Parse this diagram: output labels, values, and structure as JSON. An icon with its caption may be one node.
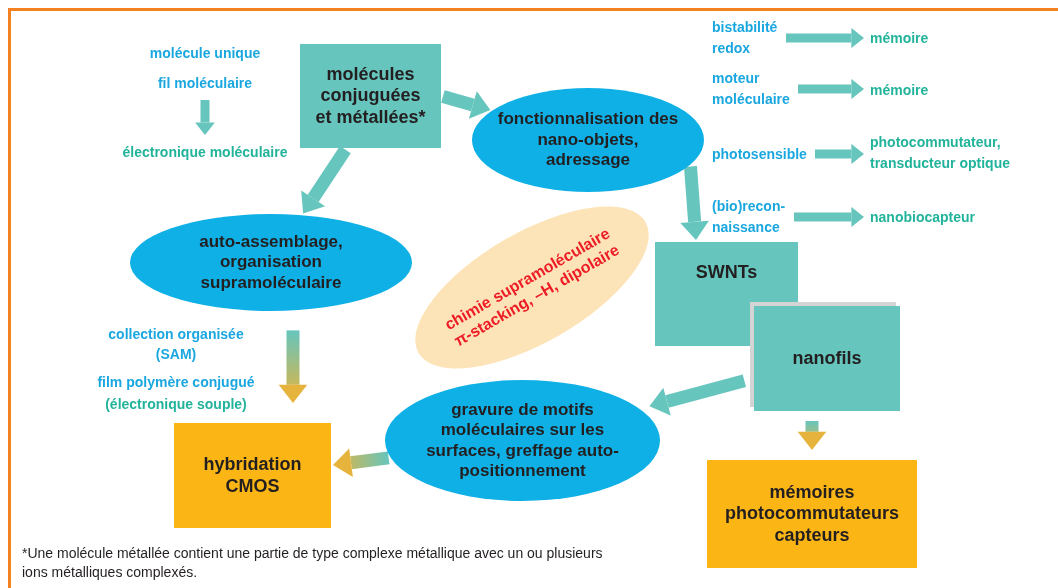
{
  "diagram": {
    "caption": "*Une molécule métallée contient une partie de type complexe métallique avec un ou plusieurs ions métalliques complexés.",
    "nodes": [
      {
        "text": [
          "molécules conjuguées et métallées*"
        ]
      },
      {
        "text": [
          "fil moléculaire"
        ]
      },
      {
        "text": [
          "électronique moléculaire"
        ]
      },
      {
        "text": [
          "fonctionnalisation des nano-objets, adressage"
        ]
      },
      {
        "text": [
          "bistabilité redox"
        ]
      },
      {
        "text": [
          "mémoire"
        ]
      },
      {
        "text": [
          "moteur moléculaire"
        ]
      },
      {
        "text": [
          "mémoire"
        ]
      },
      {
        "text": [
          "photosensible"
        ]
      },
      {
        "text": [
          "photocommutateur, transducteur optique"
        ]
      },
      {
        "text": [
          "(bio)recon- naissance"
        ]
      },
      {
        "text": [
          "nanobiocapteur"
        ]
      },
      {
        "text": [
          "auto-assemblage, organisation supramoléculaire"
        ]
      },
      {
        "text": [
          "chimie supramoléculaire π-stacking, –H, dipolaire"
        ]
      },
      {
        "text": [
          "SWNTs"
        ]
      },
      {
        "text": [
          "nanofils"
        ]
      },
      {
        "text": [
          "gravure de motifs moléculaires sur les surfaces, greffage auto-positionnement"
        ]
      },
      {
        "text": [
          "hybridation CMOS"
        ]
      },
      {
        "text": [
          "mémoires photocommutateurs capteurs"
        ]
      }
    ],
    "edges": [
      {
        "from": 1,
        "to": 2,
        "arrow": "to"
      },
      {
        "from": 0,
        "to": 3,
        "arrow": "to"
      },
      {
        "from": 0,
        "to": 12,
        "arrow": "to"
      },
      {
        "from": 4,
        "to": 5,
        "arrow": "to"
      },
      {
        "from": 6,
        "to": 7,
        "arrow": "to"
      },
      {
        "from": 8,
        "to": 9,
        "arrow": "to"
      },
      {
        "from": 10,
        "to": 11,
        "arrow": "to"
      },
      {
        "from": 3,
        "to": 14,
        "arrow": "to"
      },
      {
        "from": 12,
        "to": 17,
        "arrow": "to",
        "color": "#e6b43c"
      },
      {
        "from": 15,
        "to": 16,
        "arrow": "to"
      },
      {
        "from": 16,
        "to": 17,
        "arrow": "to",
        "color": "#e6b43c"
      },
      {
        "from": 15,
        "to": 18,
        "arrow": "to",
        "color": "#e6b43c"
      }
    ],
    "labels": [
      "molécule unique",
      "collection organisée (SAM)",
      "film polymère conjugué",
      "(électronique souple)"
    ]
  }
}
